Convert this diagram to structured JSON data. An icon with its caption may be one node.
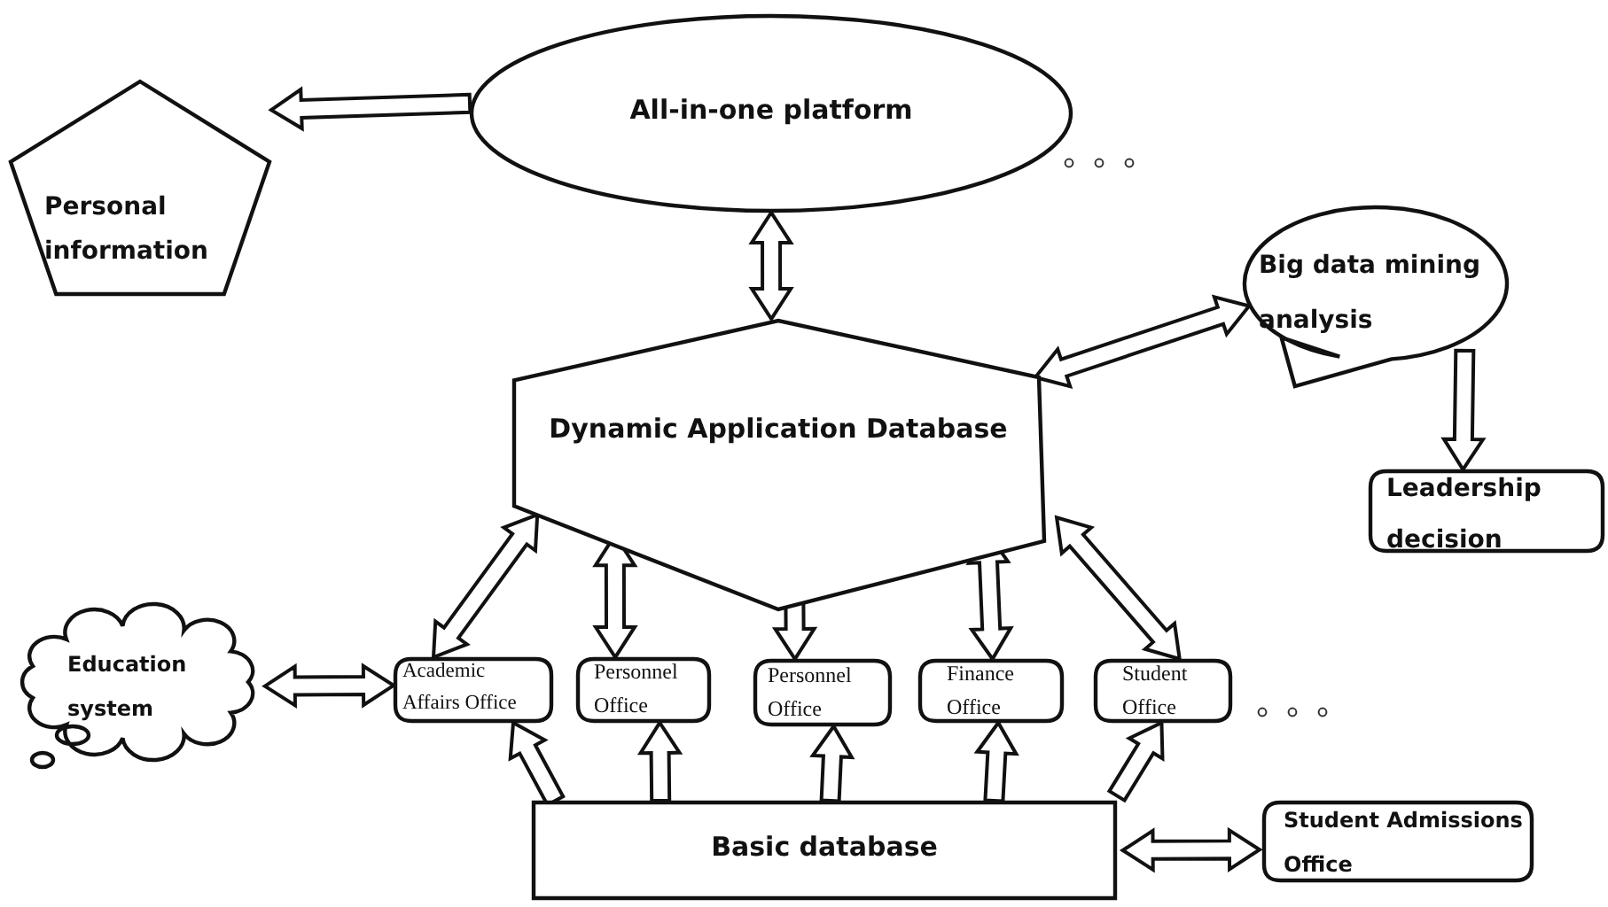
{
  "diagram": {
    "nodes": [
      {
        "text": [
          "Personal information"
        ]
      },
      {
        "text": [
          "All-in-one platform"
        ]
      },
      {
        "text": [
          "Big data mining analysis"
        ]
      },
      {
        "text": [
          "Dynamic Application Database"
        ]
      },
      {
        "text": [
          "Leadership decision"
        ]
      },
      {
        "text": [
          "Education system"
        ]
      },
      {
        "text": [
          "Academic Affairs Office"
        ]
      },
      {
        "text": [
          "Personnel Office"
        ]
      },
      {
        "text": [
          "Personnel Office"
        ]
      },
      {
        "text": [
          "Finance Office"
        ]
      },
      {
        "text": [
          "Student Office"
        ]
      },
      {
        "text": [
          "Basic database"
        ]
      },
      {
        "text": [
          "Student Admissions Office"
        ]
      }
    ],
    "edges": [
      {
        "from": 1,
        "to": 0,
        "arrow": "to"
      },
      {
        "from": 1,
        "to": 3,
        "arrow": "both"
      },
      {
        "from": 3,
        "to": 2,
        "arrow": "both"
      },
      {
        "from": 2,
        "to": 4,
        "arrow": "to"
      },
      {
        "from": 5,
        "to": 6,
        "arrow": "both"
      },
      {
        "from": 3,
        "to": 6,
        "arrow": "both"
      },
      {
        "from": 3,
        "to": 7,
        "arrow": "both"
      },
      {
        "from": 3,
        "to": 8,
        "arrow": "both"
      },
      {
        "from": 3,
        "to": 9,
        "arrow": "both"
      },
      {
        "from": 3,
        "to": 10,
        "arrow": "both"
      },
      {
        "from": 11,
        "to": 6,
        "arrow": "to"
      },
      {
        "from": 11,
        "to": 7,
        "arrow": "to"
      },
      {
        "from": 11,
        "to": 8,
        "arrow": "to"
      },
      {
        "from": 11,
        "to": 9,
        "arrow": "to"
      },
      {
        "from": 11,
        "to": 10,
        "arrow": "to"
      },
      {
        "from": 11,
        "to": 12,
        "arrow": "both"
      }
    ]
  }
}
